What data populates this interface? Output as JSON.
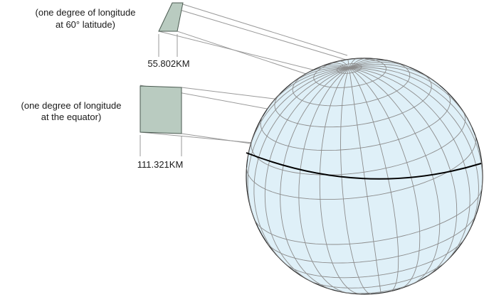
{
  "labels": {
    "top_line1": "(one degree of longitude",
    "top_line2": "at 60° latitude)",
    "top_distance": "55.802KM",
    "mid_line1": "(one degree of longitude",
    "mid_line2": "at the equator)",
    "bottom_distance": "111.321KM"
  },
  "colors": {
    "globe_fill": "#dff0f8",
    "grid": "#8c8c8c",
    "patch_fill": "#b9cbc0",
    "equator": "#000000",
    "leader": "#9a9a9a"
  }
}
